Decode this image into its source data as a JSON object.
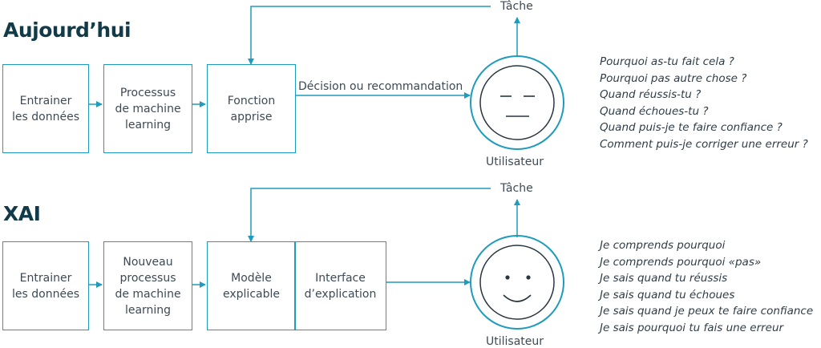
{
  "today": {
    "heading": "Aujourd’hui",
    "boxes": [
      "Entrainer\nles données",
      "Processus\nde machine\nlearning",
      "Fonction\napprise"
    ],
    "arrow_label": "Décision ou recommandation",
    "task_label": "Tâche",
    "user_label": "Utilisateur",
    "face": "neutral-face-icon",
    "questions": [
      "Pourquoi as-tu fait cela ?",
      "Pourquoi pas autre chose ?",
      "Quand réussis-tu ?",
      "Quand échoues-tu ?",
      "Quand puis-je te faire confiance ?",
      "Comment puis-je corriger une erreur ?"
    ]
  },
  "xai": {
    "heading": "XAI",
    "boxes": [
      "Entrainer\nles données",
      "Nouveau\nprocessus\nde machine\nlearning",
      "Modèle\nexplicable",
      "Interface\nd’explication"
    ],
    "task_label": "Tâche",
    "user_label": "Utilisateur",
    "face": "smiling-face-icon",
    "statements": [
      "Je comprends pourquoi",
      "Je comprends pourquoi «pas»",
      "Je sais quand tu réussis",
      "Je sais quand tu échoues",
      "Je sais quand je peux te faire confiance",
      "Je sais pourquoi tu fais une erreur"
    ]
  },
  "colors": {
    "accent": "#1f9bbd",
    "heading": "#123b4a",
    "text": "#3d4a55"
  }
}
